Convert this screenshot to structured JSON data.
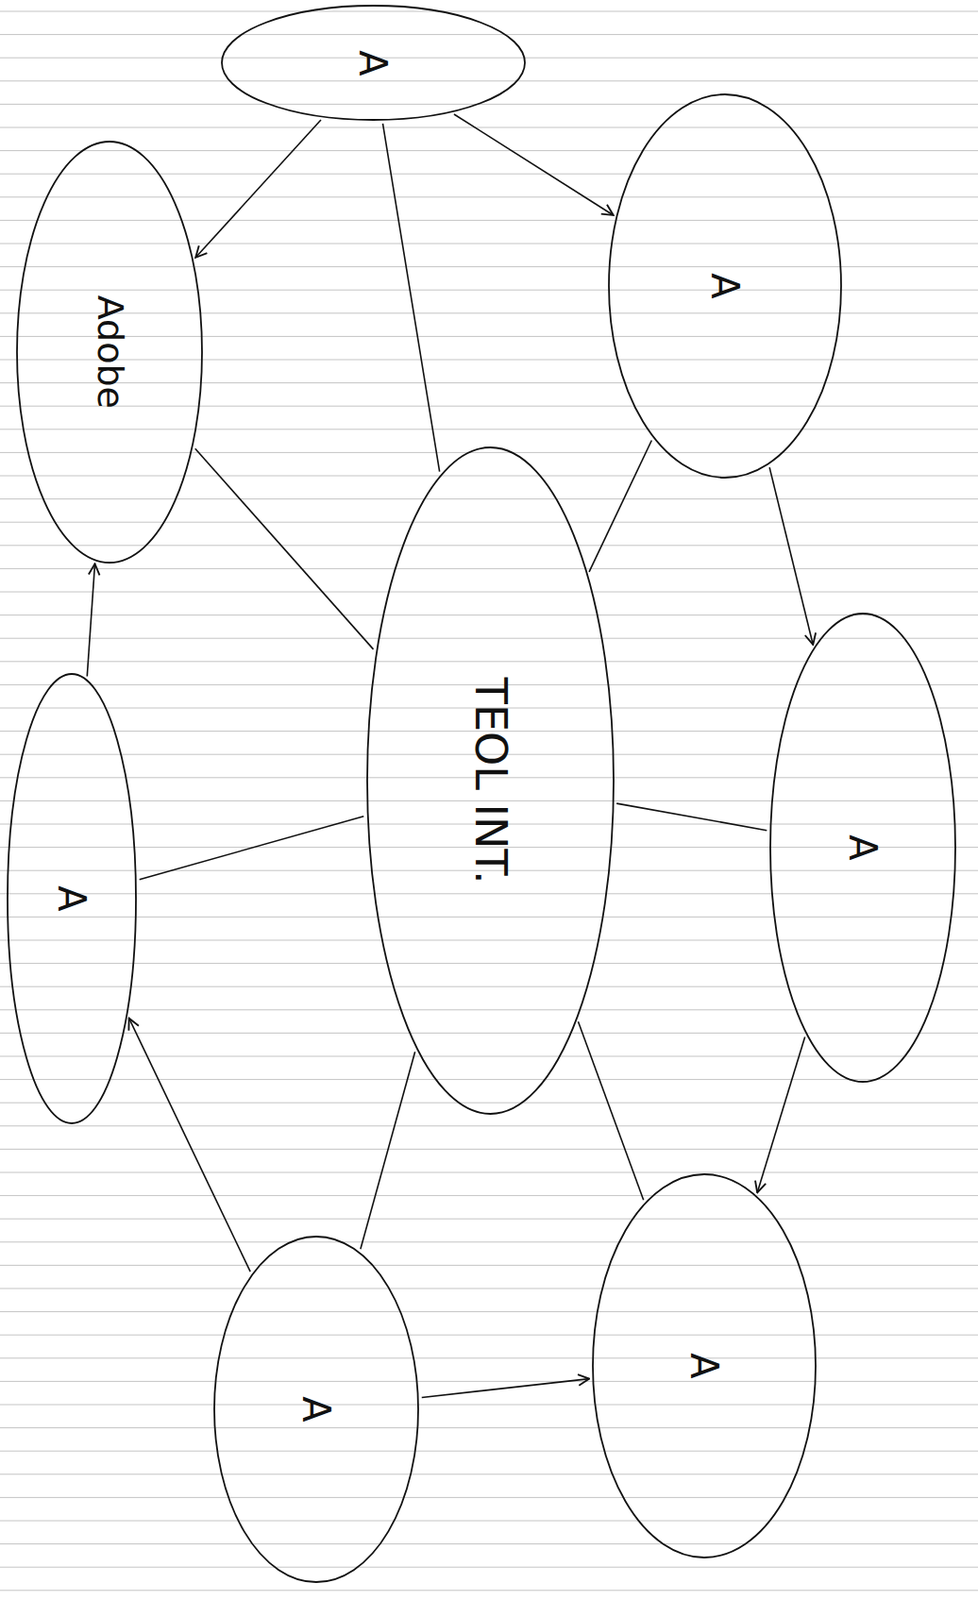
{
  "diagram": {
    "nodes": [
      {
        "text": [
          "A"
        ]
      },
      {
        "text": [
          "Adobe"
        ]
      },
      {
        "text": [
          "A"
        ]
      },
      {
        "text": [
          "TEOL INT."
        ]
      },
      {
        "text": [
          "A"
        ]
      },
      {
        "text": [
          "A"
        ]
      },
      {
        "text": [
          "A"
        ]
      },
      {
        "text": [
          "A"
        ]
      }
    ],
    "edges": [
      {
        "from": 0,
        "to": 2,
        "arrow": "to"
      },
      {
        "from": 2,
        "to": 5,
        "arrow": "to"
      },
      {
        "from": 5,
        "to": 7,
        "arrow": "to"
      },
      {
        "from": 6,
        "to": 7,
        "arrow": "to"
      },
      {
        "from": 6,
        "to": 4,
        "arrow": "to"
      },
      {
        "from": 4,
        "to": 1,
        "arrow": "to"
      },
      {
        "from": 0,
        "to": 1,
        "arrow": "to"
      },
      {
        "from": 3,
        "to": 0,
        "arrow": "none"
      },
      {
        "from": 3,
        "to": 2,
        "arrow": "none"
      },
      {
        "from": 3,
        "to": 1,
        "arrow": "none"
      },
      {
        "from": 3,
        "to": 4,
        "arrow": "none"
      },
      {
        "from": 3,
        "to": 5,
        "arrow": "none"
      },
      {
        "from": 3,
        "to": 6,
        "arrow": "none"
      },
      {
        "from": 3,
        "to": 7,
        "arrow": "none"
      }
    ]
  }
}
